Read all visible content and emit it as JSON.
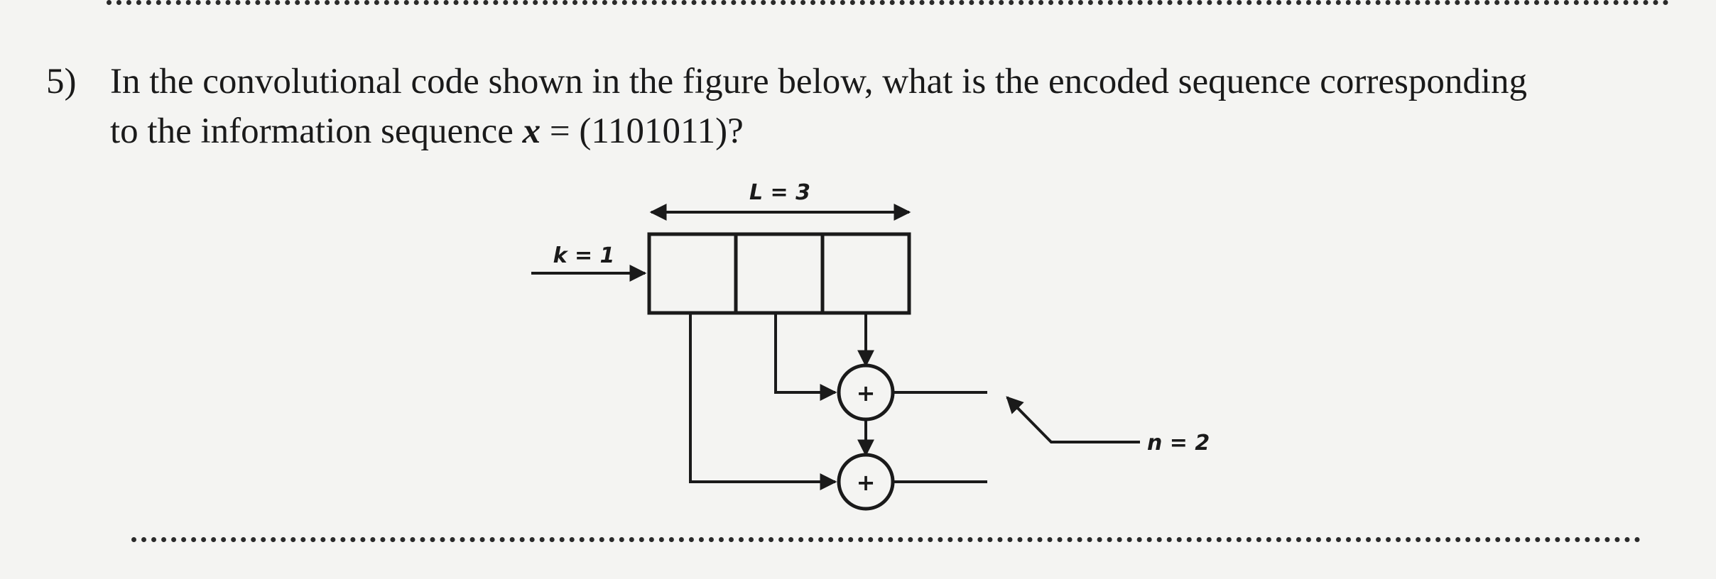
{
  "question": {
    "number": "5)",
    "line1": "In the convolutional code shown in the figure below, what is the encoded sequence corresponding",
    "line2_prefix": "to the information sequence ",
    "variable": "x",
    "line2_suffix": " = (1101011)?"
  },
  "diagram": {
    "label_length": "L = 3",
    "label_input": "k = 1",
    "label_outputs": "n = 2",
    "adder_symbol": "+",
    "register_cells": 3,
    "adders": 2
  }
}
